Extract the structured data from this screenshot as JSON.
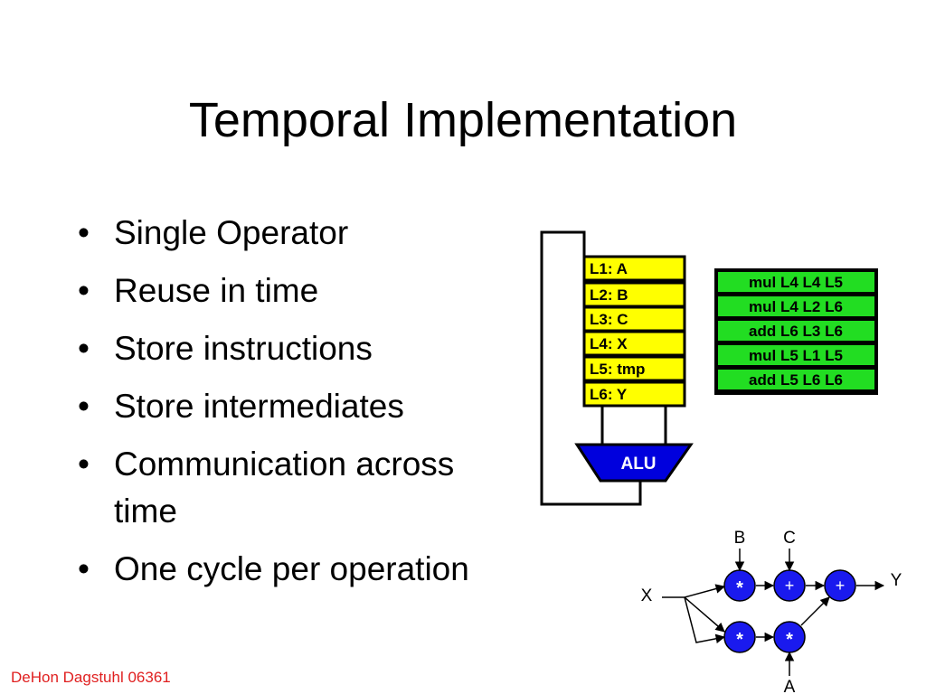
{
  "slide": {
    "title": "Temporal Implementation",
    "bullets": [
      "Single Operator",
      "Reuse in time",
      "Store instructions",
      "Store intermediates",
      "Communication across time",
      "One cycle per operation"
    ],
    "footer": "DeHon Dagstuhl 06361"
  },
  "diagram": {
    "registers": [
      "L1: A",
      "L2: B",
      "L3: C",
      "L4: X",
      "L5: tmp",
      "L6: Y"
    ],
    "alu_label": "ALU",
    "instructions": [
      "mul L4 L4 L5",
      "mul L4 L2 L6",
      "add L6 L3 L6",
      "mul L5 L1 L5",
      "add L5 L6 L6"
    ],
    "colors": {
      "register_fill": "#ffff00",
      "instruction_fill": "#22dd22",
      "alu_fill": "#0000dd",
      "node_fill": "#1a1aee"
    }
  },
  "dataflow": {
    "inputs": {
      "b": "B",
      "c": "C",
      "x": "X",
      "a": "A"
    },
    "output": "Y",
    "ops": [
      "*",
      "+",
      "+",
      "*",
      "*"
    ]
  }
}
